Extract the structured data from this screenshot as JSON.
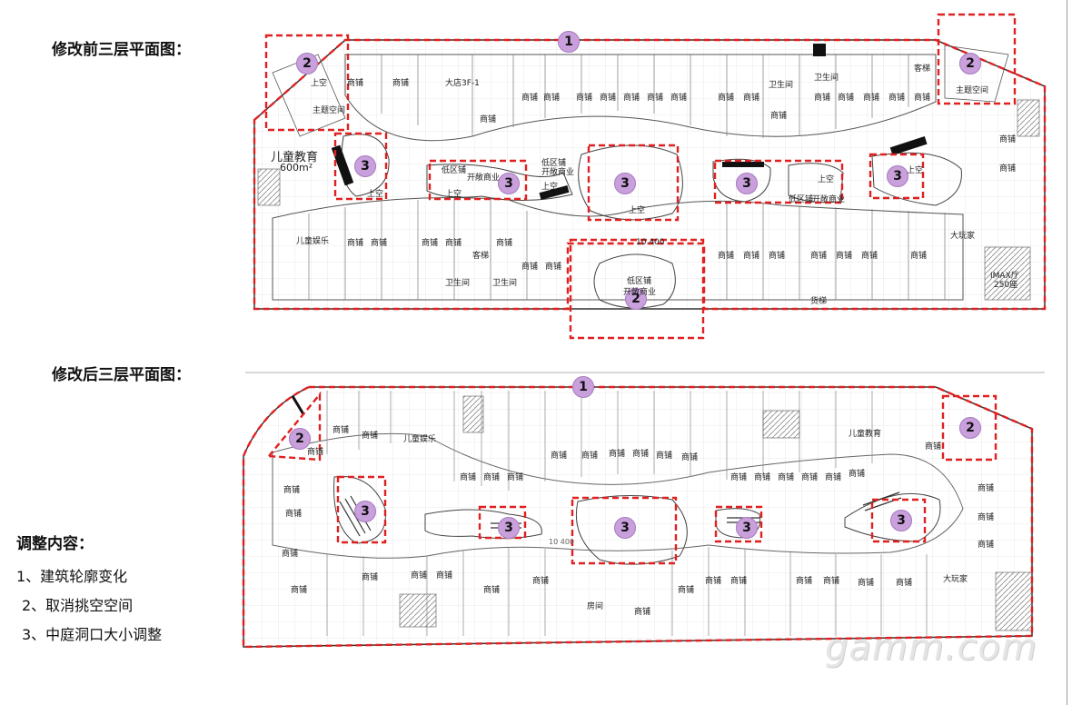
{
  "headings": {
    "before": "修改前三层平面图：",
    "after": "修改后三层平面图："
  },
  "notes": {
    "title": "调整内容：",
    "items": [
      "1、建筑轮廓变化",
      "2、取消挑空空间",
      "3、中庭洞口大小调整"
    ]
  },
  "markers": {
    "one": "1",
    "two": "2",
    "three": "3"
  },
  "before_plan": {
    "kids_edu": "儿童教育",
    "kids_edu_area": "600m²",
    "kids_play": "儿童娱乐",
    "big_play": "大玩家",
    "dept": "大店3F-1",
    "theme_space": "主题空间",
    "void": "上空",
    "shop": "商铺",
    "wc": "卫生间",
    "low_zone": "低区铺",
    "open_biz": "开敞商业",
    "lift": "客梯",
    "cargo": "货梯",
    "cinema": "IMAX厅",
    "cinema_seats": "250座",
    "dim": "10 400"
  },
  "after_plan": {
    "kids_play": "儿童娱乐",
    "kids_edu": "儿童教育",
    "big_play": "大玩家",
    "room": "房间",
    "shop": "商铺",
    "dim": "10 400"
  },
  "colors": {
    "dash_red": "#e02020",
    "marker_fill": "#c9a0dc",
    "line": "#333333"
  },
  "watermark": "gamm.com"
}
